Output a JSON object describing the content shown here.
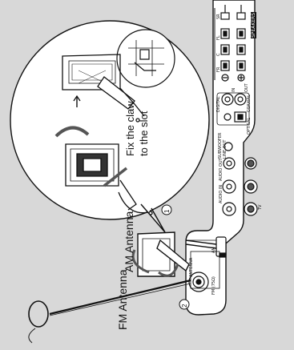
{
  "labels": {
    "fm_antenna": "FM Antenna",
    "am_antenna": "AM Antenna",
    "fix_claw": "Fix the claw to the slot",
    "callout_1": "1",
    "callout_2": "2"
  },
  "back_panel": {
    "speakers_title": "SPEAKERS",
    "speaker_channels": [
      "SR",
      "FL",
      "C",
      "FR"
    ],
    "digital_label": "DIGITAL",
    "digital_in": "IN",
    "digital_out": "OUT",
    "coaxial": "COAXIAL",
    "optical": "OPTICAL",
    "subwoofer": "SUBWOOFER LINE OUT",
    "audio_in": "AUDIO IN",
    "audio_out": "AUDIO OUT",
    "tv": "TV",
    "antenna": "ANTENNA",
    "am": "AM",
    "fm": "FM (75Ω)"
  },
  "colors": {
    "background": "#d8d8d8",
    "panel": "#ffffff",
    "ink": "#111111"
  }
}
